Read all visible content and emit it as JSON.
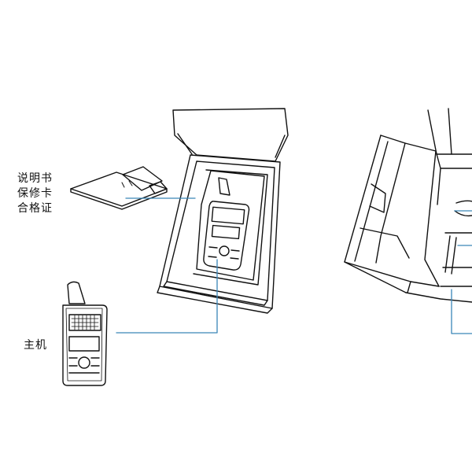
{
  "labels": {
    "documents": [
      "说明书",
      "保修卡",
      "合格证"
    ],
    "main_unit": "主机"
  },
  "colors": {
    "line": "#111111",
    "leader": "#3a86b8",
    "background": "#ffffff"
  }
}
